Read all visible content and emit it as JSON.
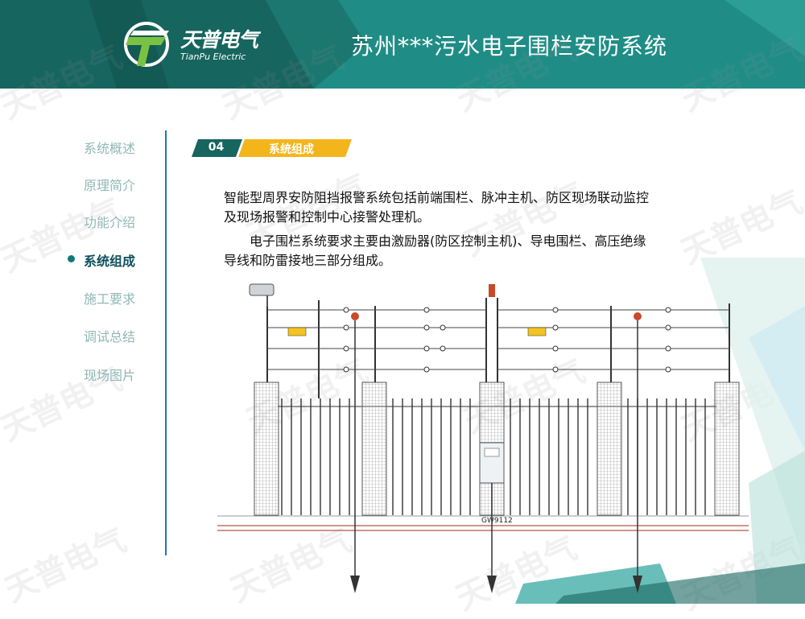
{
  "header": {
    "title": "苏州***污水电子围栏安防系统",
    "logo_cn": "天普电气",
    "logo_en": "TianPu Electric",
    "colors": {
      "teal_dark": "#17655f",
      "teal_light": "#2aa39c",
      "accent": "#f3b51c"
    }
  },
  "nav": {
    "items": [
      {
        "label": "系统概述"
      },
      {
        "label": "原理简介"
      },
      {
        "label": "功能介绍"
      },
      {
        "label": "系统组成",
        "active": true
      },
      {
        "label": "施工要求"
      },
      {
        "label": "调试总结"
      },
      {
        "label": "现场图片"
      }
    ]
  },
  "section": {
    "number": "04",
    "label": "系统组成"
  },
  "content": {
    "para1_line1": "智能型周界安防阻挡报警系统包括前端围栏、脉冲主机、防区现场联动监控",
    "para1_line2": "及现场报警和控制中心接警处理机。",
    "para2_line1": "电子围栏系统要求主要由激励器(防区控制主机)、导电围栏、高压绝缘",
    "para2_line2": "导线和防雷接地三部分组成。"
  },
  "diagram": {
    "device_label": "GW9112"
  },
  "watermark": "天普电气"
}
